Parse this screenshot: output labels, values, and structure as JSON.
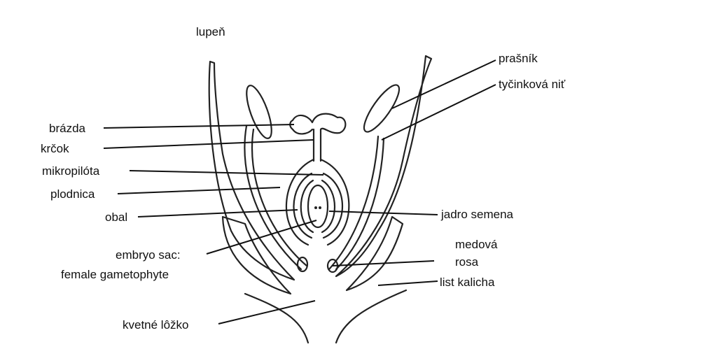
{
  "labels": {
    "petal": "lupeň",
    "anther": "prašník",
    "filament": "tyčinková niť",
    "stigma": "brázda",
    "style": "krčok",
    "micropyle": "mikropilóta",
    "ovary": "plodnica",
    "integument": "obal",
    "nucellus": "jadro semena",
    "embryo_sac_1": "embryo sac:",
    "embryo_sac_2": "female gametophyte",
    "nectary_1": "medová",
    "nectary_2": "rosa",
    "sepal": "list kalicha",
    "receptacle": "kvetné lôžko"
  }
}
